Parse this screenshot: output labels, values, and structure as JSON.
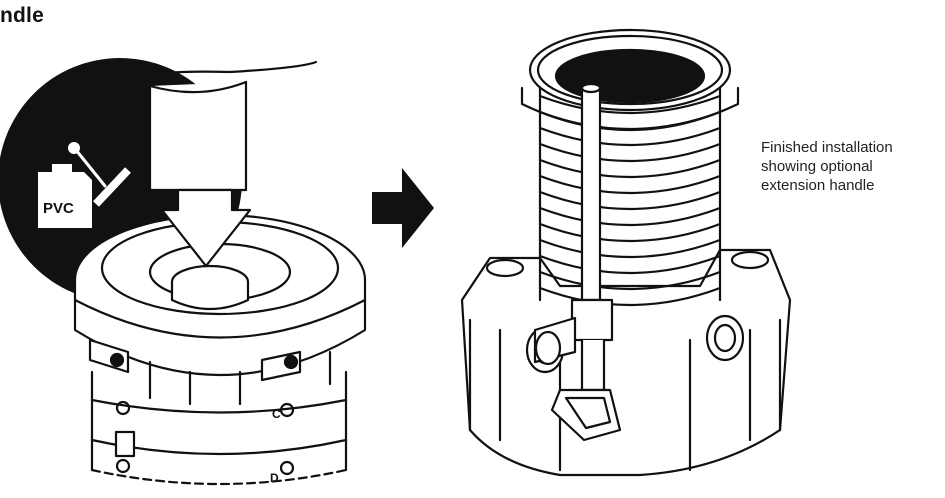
{
  "heading": "ndle",
  "left_figure": {
    "badge_label": "PVC",
    "port_labels": [
      "C",
      "D"
    ]
  },
  "caption": {
    "lines": [
      "Finished installation",
      "showing optional",
      "extension handle"
    ]
  },
  "colors": {
    "ink": "#111111",
    "background": "#ffffff",
    "badge": "#111111"
  }
}
